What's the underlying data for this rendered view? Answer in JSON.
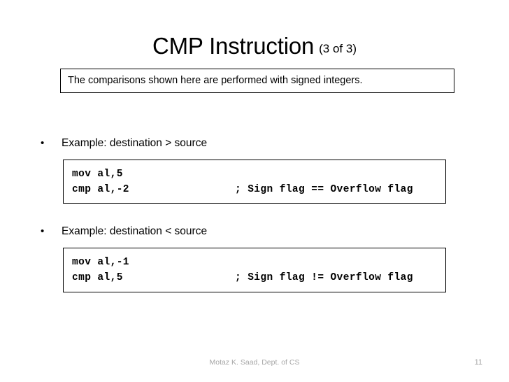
{
  "slide": {
    "title": {
      "main": "CMP Instruction",
      "suffix": "(3 of 3)"
    },
    "note": {
      "text": "The comparisons shown here are performed with signed integers."
    },
    "bullets": [
      {
        "marker": "•",
        "label": "Example: destination > source",
        "code": {
          "lines": [
            {
              "instruction": "mov al,5",
              "comment": ""
            },
            {
              "instruction": "cmp al,-2",
              "comment": "; Sign flag == Overflow flag"
            }
          ]
        }
      },
      {
        "marker": "•",
        "label": "Example: destination < source",
        "code": {
          "lines": [
            {
              "instruction": "mov al,-1",
              "comment": ""
            },
            {
              "instruction": "cmp al,5",
              "comment": "; Sign flag != Overflow flag"
            }
          ]
        }
      }
    ],
    "footer": {
      "author": "Motaz K. Saad, Dept. of CS",
      "page_number": "11"
    },
    "colors": {
      "background": "#ffffff",
      "text": "#000000",
      "border": "#000000",
      "footer_text": "#a6a6a6"
    }
  }
}
